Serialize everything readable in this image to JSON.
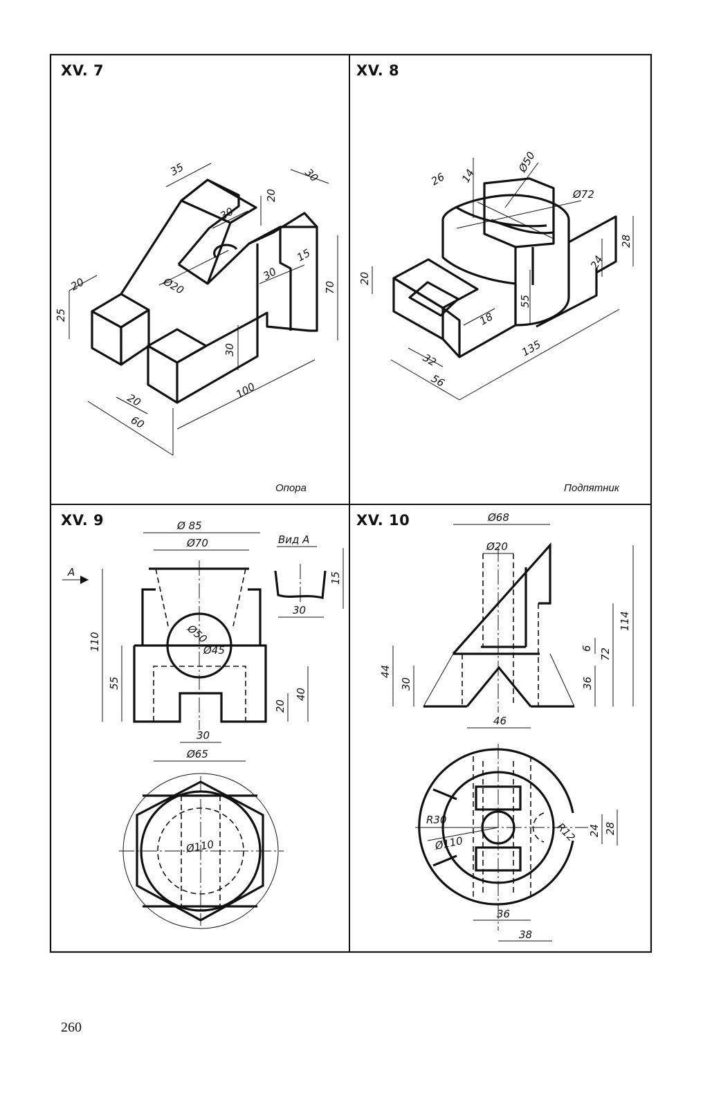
{
  "panels": [
    {
      "title": "XV. 7",
      "caption": "Опора",
      "dimensions": [
        "35",
        "30",
        "20",
        "30",
        "Ø20",
        "15",
        "30",
        "70",
        "20",
        "25",
        "30",
        "20",
        "60",
        "100"
      ]
    },
    {
      "title": "XV. 8",
      "caption": "Подпятник",
      "dimensions": [
        "26",
        "14",
        "Ø50",
        "Ø72",
        "28",
        "24",
        "20",
        "55",
        "18",
        "32",
        "56",
        "135"
      ]
    },
    {
      "title": "XV. 9",
      "caption": "",
      "view_label": "Вид А",
      "arrow_label": "А",
      "dimensions": [
        "Ø 85",
        "Ø70",
        "15",
        "30",
        "110",
        "Ø50",
        "Ø45",
        "55",
        "40",
        "20",
        "30",
        "Ø65",
        "Ø110"
      ]
    },
    {
      "title": "XV. 10",
      "caption": "",
      "dimensions": [
        "Ø68",
        "Ø20",
        "114",
        "6",
        "72",
        "44",
        "30",
        "36",
        "46",
        "R30",
        "Ø110",
        "R12",
        "24",
        "28",
        "36",
        "38"
      ]
    }
  ],
  "page_number": "260"
}
